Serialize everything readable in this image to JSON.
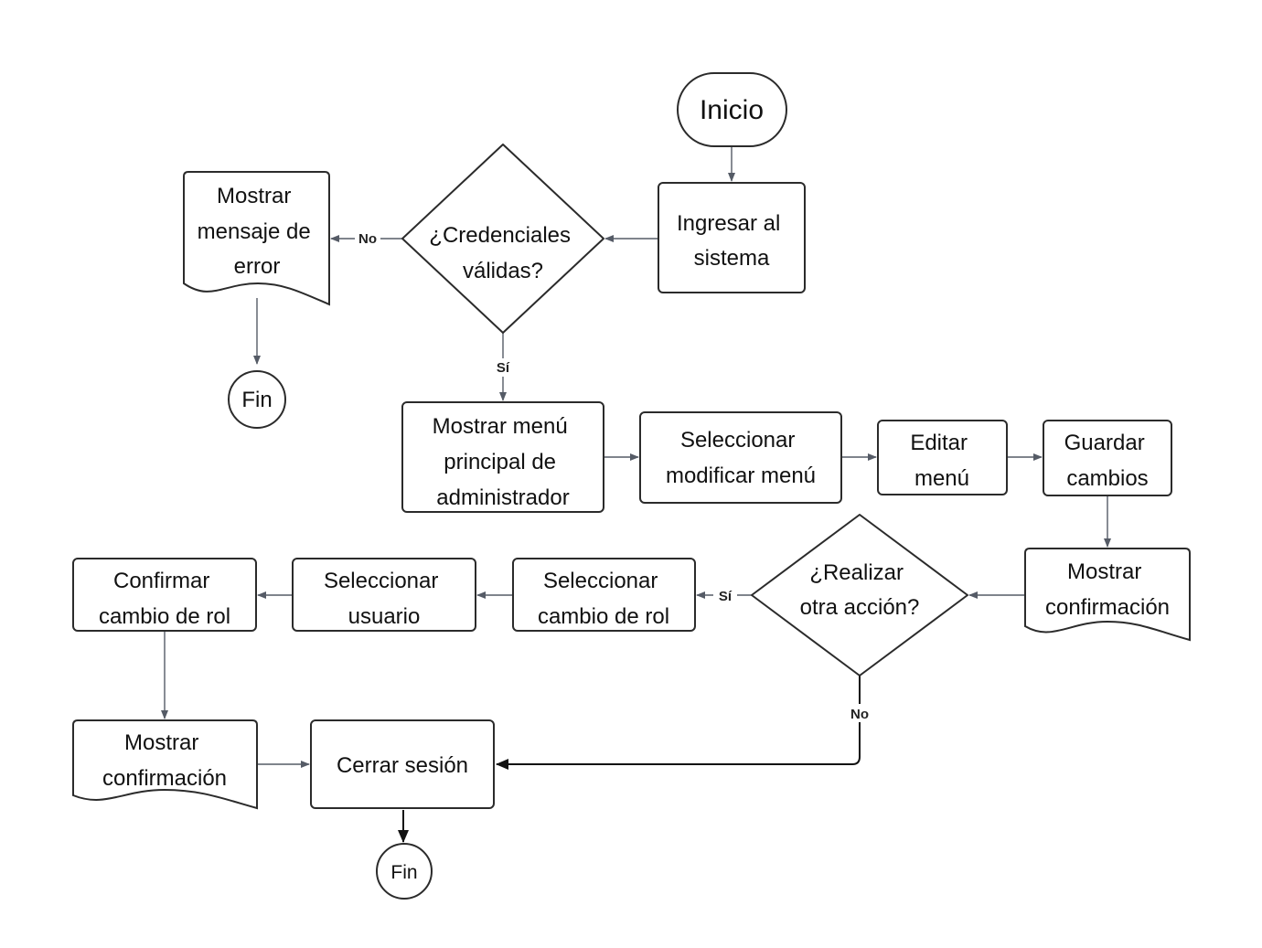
{
  "nodes": {
    "inicio": {
      "lines": [
        "Inicio"
      ]
    },
    "ingresar": {
      "lines": [
        "Ingresar al",
        "sistema"
      ]
    },
    "credenciales": {
      "lines": [
        "¿Credenciales",
        "válidas?"
      ]
    },
    "mostrar_error": {
      "lines": [
        "Mostrar",
        "mensaje de",
        "error"
      ]
    },
    "fin_1": {
      "lines": [
        "Fin"
      ]
    },
    "menu_principal": {
      "lines": [
        "Mostrar menú",
        "principal de",
        "administrador"
      ]
    },
    "seleccionar_modificar": {
      "lines": [
        "Seleccionar",
        "modificar menú"
      ]
    },
    "editar_menu": {
      "lines": [
        "Editar",
        "menú"
      ]
    },
    "guardar_cambios": {
      "lines": [
        "Guardar",
        "cambios"
      ]
    },
    "mostrar_confirmacion_1": {
      "lines": [
        "Mostrar",
        "confirmación"
      ]
    },
    "realizar_otra": {
      "lines": [
        "¿Realizar",
        "otra acción?"
      ]
    },
    "seleccionar_cambio_rol": {
      "lines": [
        "Seleccionar",
        "cambio de rol"
      ]
    },
    "seleccionar_usuario": {
      "lines": [
        "Seleccionar",
        "usuario"
      ]
    },
    "confirmar_cambio_rol": {
      "lines": [
        "Confirmar",
        "cambio de rol"
      ]
    },
    "mostrar_confirmacion_2": {
      "lines": [
        "Mostrar",
        "confirmación"
      ]
    },
    "cerrar_sesion": {
      "lines": [
        "Cerrar sesión"
      ]
    },
    "fin_2": {
      "lines": [
        "Fin"
      ]
    }
  },
  "edge_labels": {
    "no_credenciales": "No",
    "si_credenciales": "Sí",
    "si_realizar": "Sí",
    "no_realizar": "No"
  }
}
